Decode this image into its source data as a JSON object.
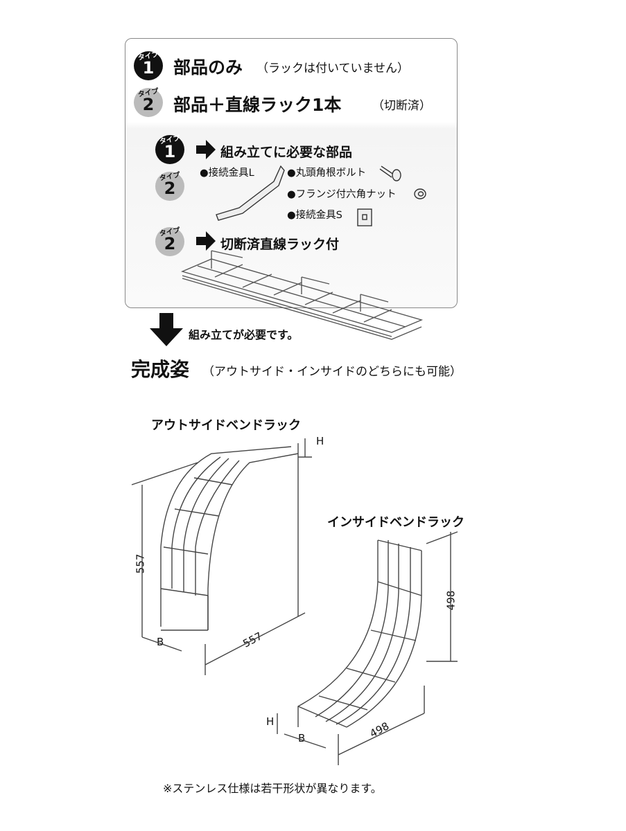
{
  "type_box": {
    "badge_prefix": "タイプ",
    "type1": {
      "number": "1",
      "title": "部品のみ",
      "note": "（ラックは付いていません）"
    },
    "type2": {
      "number": "2",
      "title": "部品＋直線ラック1本",
      "note": "（切断済）"
    },
    "parts_heading": "組み立てに必要な部品",
    "parts": [
      "●接続金具L",
      "●丸頭角根ボルト",
      "●フランジ付六角ナット",
      "●接続金具S"
    ],
    "rack_heading": "切断済直線ラック付"
  },
  "assembly_note": "組み立てが必要です。",
  "completed": {
    "title": "完成姿",
    "note": "（アウトサイド・インサイドのどちらにも可能）"
  },
  "outside_bend": {
    "label": "アウトサイドベンドラック",
    "height_label": "H",
    "vertical_dim": "557",
    "width_label": "B",
    "horizontal_dim": "557"
  },
  "inside_bend": {
    "label": "インサイドベンドラック",
    "vertical_dim": "498",
    "height_label": "H",
    "width_label": "B",
    "horizontal_dim": "498"
  },
  "footnote": "※ステンレス仕様は若干形状が異なります。"
}
